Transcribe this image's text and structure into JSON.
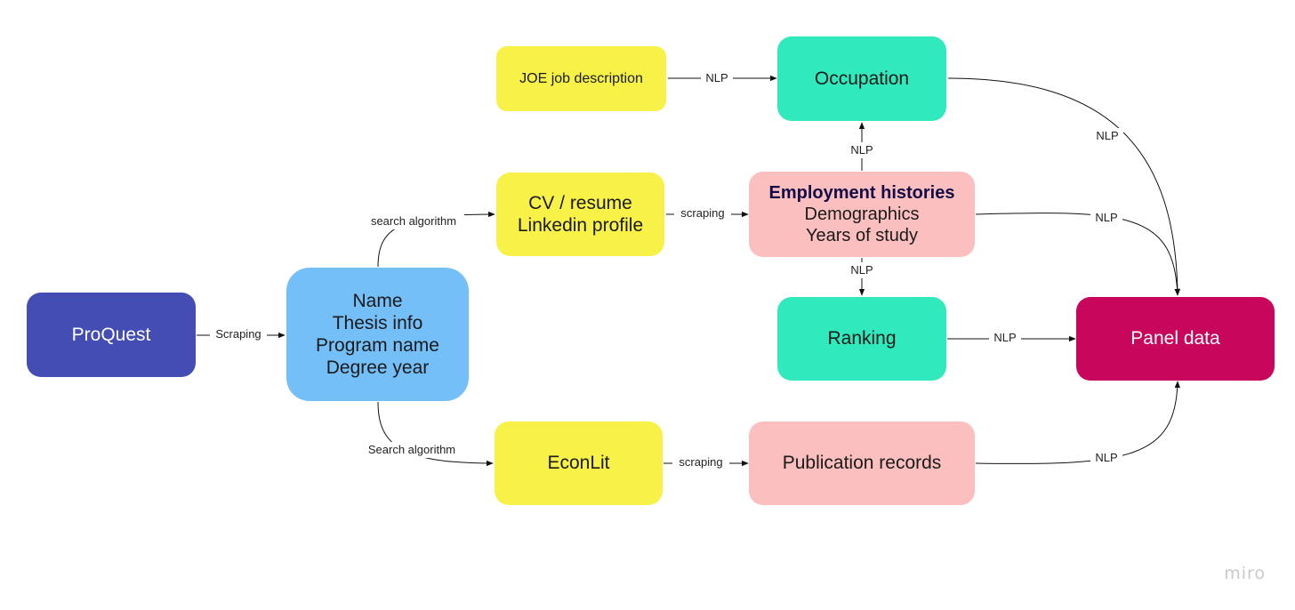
{
  "nodes": {
    "proquest": {
      "text": "ProQuest",
      "color": "#434db3",
      "text_color": "#ffffff"
    },
    "thesis": {
      "lines": [
        "Name",
        "Thesis info",
        "Program name",
        "Degree year"
      ],
      "color": "#74bff8"
    },
    "joe": {
      "text": "JOE job description",
      "color": "#f8f147"
    },
    "cv": {
      "lines": [
        "CV / resume",
        "Linkedin profile"
      ],
      "color": "#f8f147"
    },
    "econlit": {
      "text": "EconLit",
      "color": "#f8f147"
    },
    "occupation": {
      "text": "Occupation",
      "color": "#30e9bc"
    },
    "employment": {
      "lines": [
        "Employment histories",
        "Demographics",
        "Years of study"
      ],
      "color": "#fcbfbf",
      "title_color": "#120b47"
    },
    "ranking": {
      "text": "Ranking",
      "color": "#30e9bc"
    },
    "publication": {
      "text": "Publication records",
      "color": "#fcbfbf"
    },
    "panel": {
      "text": "Panel data",
      "color": "#c8065c",
      "text_color": "#ffffff"
    }
  },
  "edges": {
    "proquest_thesis": "Scraping",
    "thesis_cv": "search algorithm",
    "thesis_econlit": "Search algorithm",
    "joe_occupation": "NLP",
    "cv_employment": "scraping",
    "econlit_publication": "scraping",
    "employment_occupation": "NLP",
    "employment_ranking": "NLP",
    "occupation_panel": "NLP",
    "employment_panel": "NLP",
    "ranking_panel": "NLP",
    "publication_panel": "NLP"
  },
  "watermark": "miro"
}
